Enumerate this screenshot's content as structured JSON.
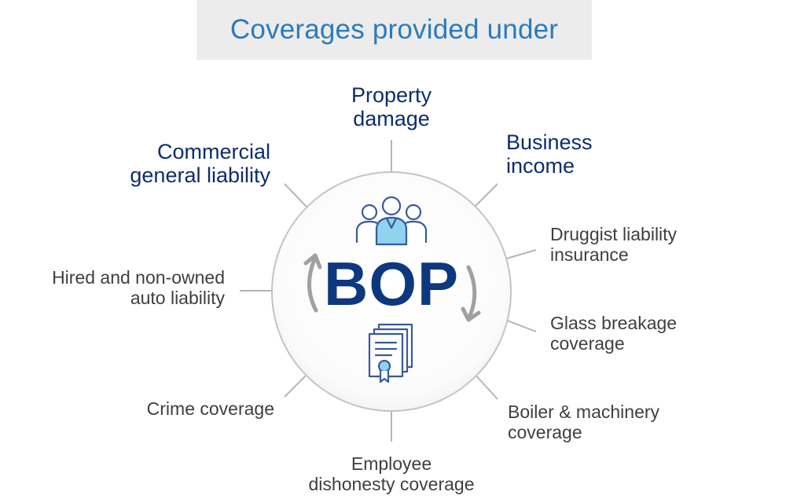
{
  "title": "Coverages provided under",
  "center": {
    "label": "BOP",
    "top_icon": "people-group-icon",
    "bottom_icon": "certificate-document-icon"
  },
  "colors": {
    "primary": "#0d2d6e",
    "accent": "#2a7bbf",
    "text": "#3f3f3f",
    "connector": "#b5b5b5",
    "icon_fill": "#8fd3f0",
    "icon_stroke": "#3a5a9a"
  },
  "coverages": [
    {
      "id": "property-damage",
      "line1": "Property",
      "line2": "damage",
      "emphasis": true
    },
    {
      "id": "business-income",
      "line1": "Business",
      "line2": "income",
      "emphasis": true
    },
    {
      "id": "druggist-liability",
      "line1": "Druggist liability",
      "line2": "insurance",
      "emphasis": false
    },
    {
      "id": "glass-breakage",
      "line1": "Glass breakage",
      "line2": "coverage",
      "emphasis": false
    },
    {
      "id": "boiler-machinery",
      "line1": "Boiler & machinery",
      "line2": "coverage",
      "emphasis": false
    },
    {
      "id": "employee-dishonesty",
      "line1": "Employee",
      "line2": "dishonesty coverage",
      "emphasis": false
    },
    {
      "id": "crime",
      "line1": "Crime coverage",
      "line2": "",
      "emphasis": false
    },
    {
      "id": "hired-auto",
      "line1": "Hired and non-owned",
      "line2": "auto liability",
      "emphasis": false
    },
    {
      "id": "commercial-general-liability",
      "line1": "Commercial",
      "line2": "general liability",
      "emphasis": true
    }
  ]
}
